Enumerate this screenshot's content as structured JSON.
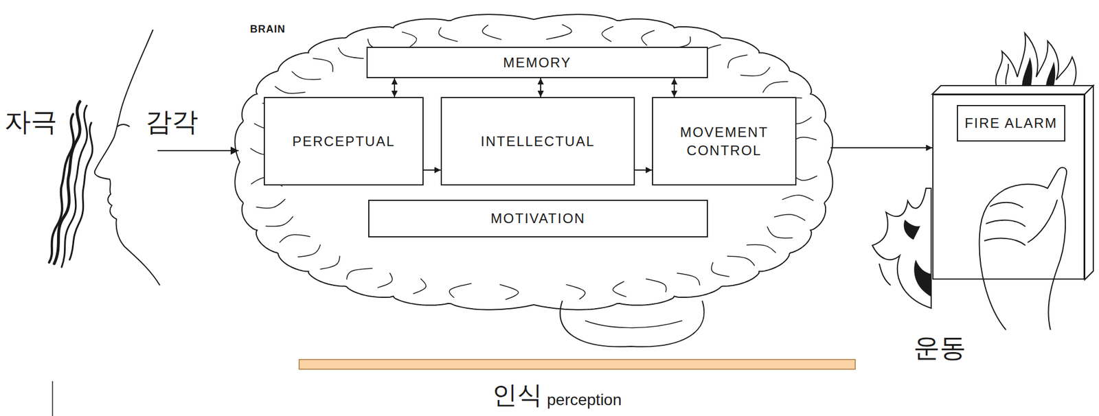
{
  "diagram": {
    "nodes": [
      {
        "text": [
          "BRAIN"
        ]
      },
      {
        "text": [
          "MEMORY"
        ],
        "in": 0
      },
      {
        "text": [
          "PERCEPTUAL"
        ],
        "in": 0
      },
      {
        "text": [
          "INTELLECTUAL"
        ],
        "in": 0
      },
      {
        "text": [
          "MOVEMENT CONTROL"
        ],
        "in": 0
      },
      {
        "text": [
          "MOTIVATION"
        ],
        "in": 0
      },
      {
        "text": [
          "FIRE ALARM"
        ]
      }
    ],
    "edges": [
      {
        "from": 1,
        "to": 2,
        "arrow": "both"
      },
      {
        "from": 1,
        "to": 3,
        "arrow": "both"
      },
      {
        "from": 1,
        "to": 4,
        "arrow": "both"
      },
      {
        "from": 2,
        "to": 3,
        "arrow": "to"
      },
      {
        "from": 3,
        "to": 4,
        "arrow": "to"
      },
      {
        "from": 0,
        "to": 6,
        "arrow": "to"
      }
    ],
    "labels": [
      "자극",
      "감각",
      "운동",
      "인식",
      "perception"
    ]
  }
}
